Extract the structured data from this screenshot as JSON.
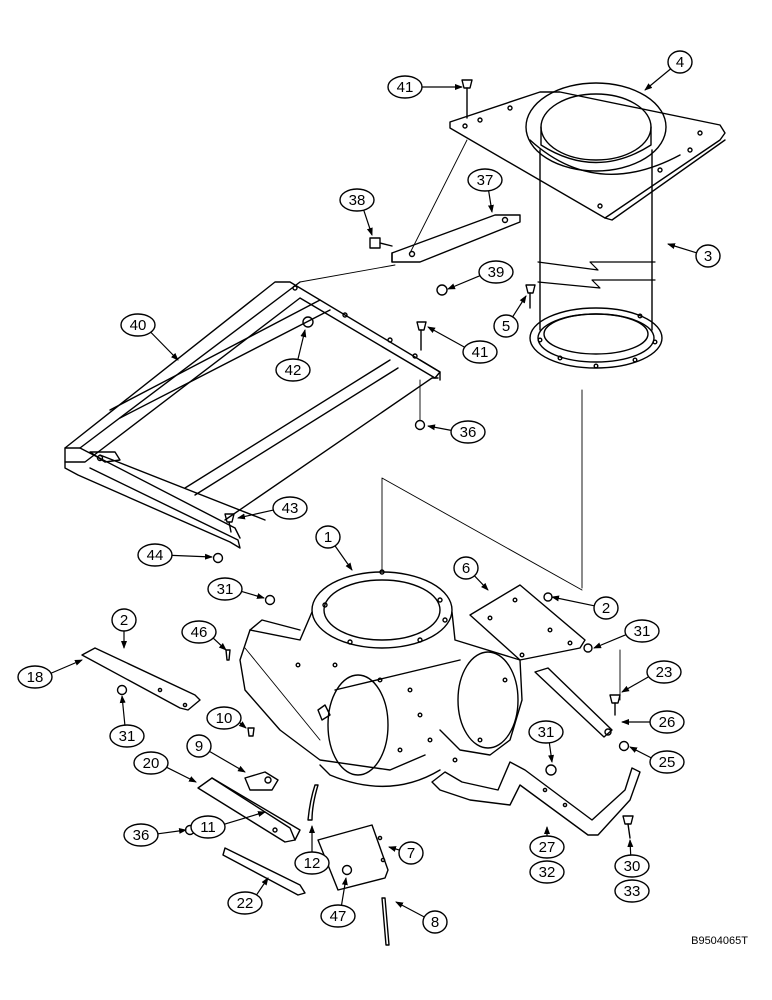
{
  "diagram": {
    "document_id": "B9504065T",
    "callouts": [
      {
        "id": "c41a",
        "label": "41"
      },
      {
        "id": "c4",
        "label": "4"
      },
      {
        "id": "c38",
        "label": "38"
      },
      {
        "id": "c37",
        "label": "37"
      },
      {
        "id": "c39",
        "label": "39"
      },
      {
        "id": "c3",
        "label": "3"
      },
      {
        "id": "c40",
        "label": "40"
      },
      {
        "id": "c5",
        "label": "5"
      },
      {
        "id": "c41b",
        "label": "41"
      },
      {
        "id": "c42",
        "label": "42"
      },
      {
        "id": "c36a",
        "label": "36"
      },
      {
        "id": "c43",
        "label": "43"
      },
      {
        "id": "c1",
        "label": "1"
      },
      {
        "id": "c44",
        "label": "44"
      },
      {
        "id": "c6",
        "label": "6"
      },
      {
        "id": "c31a",
        "label": "31"
      },
      {
        "id": "c2a",
        "label": "2"
      },
      {
        "id": "c2b",
        "label": "2"
      },
      {
        "id": "c31b",
        "label": "31"
      },
      {
        "id": "c46",
        "label": "46"
      },
      {
        "id": "c18",
        "label": "18"
      },
      {
        "id": "c31c",
        "label": "31"
      },
      {
        "id": "c23",
        "label": "23"
      },
      {
        "id": "c10",
        "label": "10"
      },
      {
        "id": "c26",
        "label": "26"
      },
      {
        "id": "c9",
        "label": "9"
      },
      {
        "id": "c31d",
        "label": "31"
      },
      {
        "id": "c25",
        "label": "25"
      },
      {
        "id": "c20",
        "label": "20"
      },
      {
        "id": "c36b",
        "label": "36"
      },
      {
        "id": "c11",
        "label": "11"
      },
      {
        "id": "c27",
        "label": "27"
      },
      {
        "id": "c32",
        "label": "32"
      },
      {
        "id": "c30",
        "label": "30"
      },
      {
        "id": "c33",
        "label": "33"
      },
      {
        "id": "c12",
        "label": "12"
      },
      {
        "id": "c7",
        "label": "7"
      },
      {
        "id": "c22",
        "label": "22"
      },
      {
        "id": "c47",
        "label": "47"
      },
      {
        "id": "c8",
        "label": "8"
      }
    ]
  }
}
